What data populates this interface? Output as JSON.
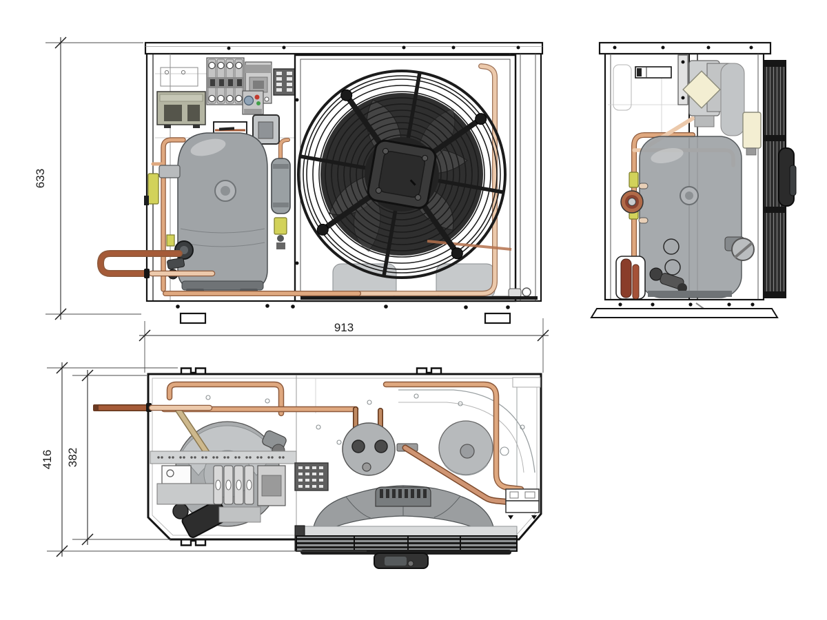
{
  "dimensions": {
    "height": "633",
    "width": "913",
    "depth_overall": "416",
    "depth_body": "382"
  },
  "colors": {
    "line": "#141414",
    "metal": "#a0a4a7",
    "metal_light": "#c6c9cb",
    "metal_dark": "#6f7376",
    "copper": "#dfa87f",
    "copper_dark": "#8d5a3c",
    "copper_pale": "#ecc9ab",
    "copper_deep": "#a55b38",
    "brass": "#cdb88c",
    "valve_yellow": "#d2d25a",
    "cream": "#f3eed2",
    "olive": "#b4b5a2",
    "fan_dark": "#262626",
    "red_copper": "#8a3d2a"
  }
}
